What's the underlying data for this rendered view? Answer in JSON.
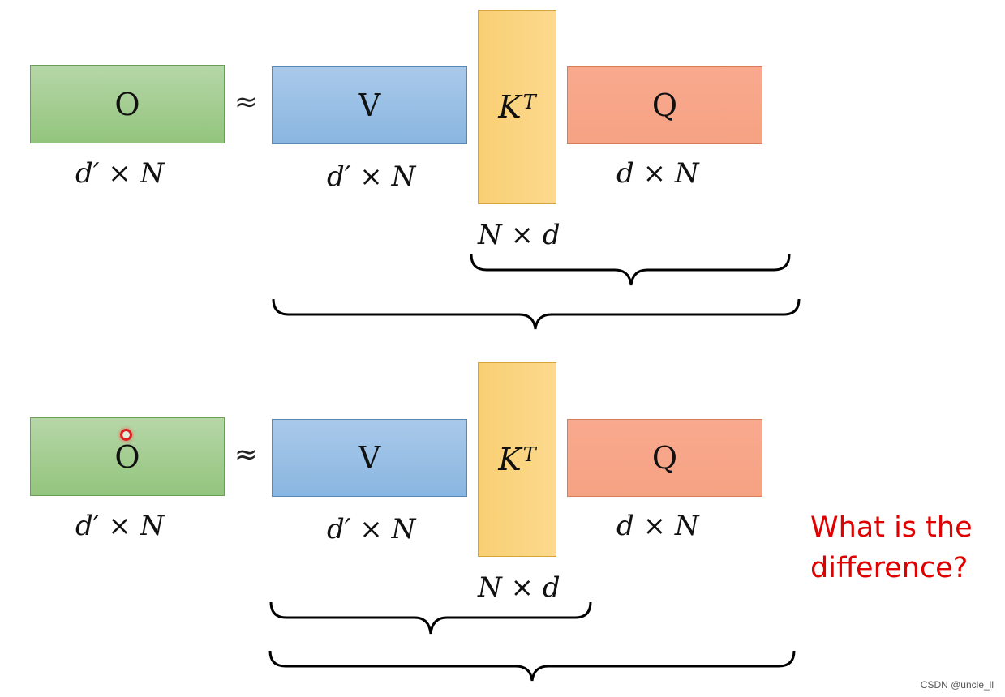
{
  "top": {
    "o_label": "O",
    "approx_symbol": "≈",
    "v_label": "V",
    "k_label": "K",
    "k_superscript": "T",
    "q_label": "Q",
    "o_dim": "d′ × N",
    "v_dim": "d′ × N",
    "k_dim": "N × d",
    "q_dim": "d × N"
  },
  "bottom": {
    "o_label": "O",
    "approx_symbol": "≈",
    "v_label": "V",
    "k_label": "K",
    "k_superscript": "T",
    "q_label": "Q",
    "o_dim": "d′ × N",
    "v_dim": "d′ × N",
    "k_dim": "N × d",
    "q_dim": "d × N"
  },
  "question": {
    "line1": "What is the",
    "line2": "difference?"
  },
  "watermark": "CSDN @uncle_ll",
  "colors": {
    "o_fill": "#93c47d",
    "v_fill": "#8ab6e0",
    "k_fill": "#fcd98e",
    "q_fill": "#f6a283",
    "question_text": "#e00000"
  }
}
